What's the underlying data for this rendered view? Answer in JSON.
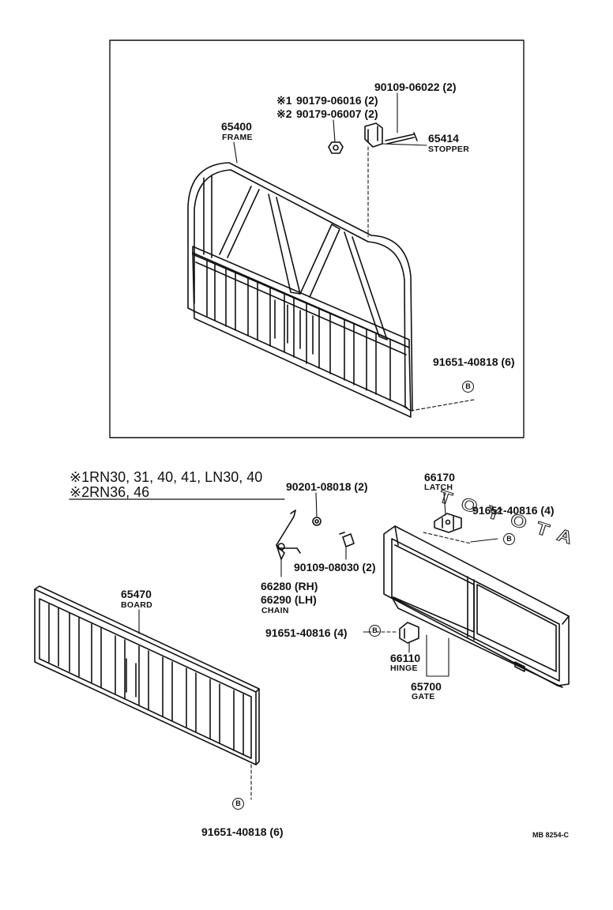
{
  "upper_group": {
    "frame": {
      "part_no": "65400",
      "name": "FRAME"
    },
    "stopper": {
      "part_no": "65414",
      "name": "STOPPER"
    },
    "bolt_upper": "90109-06022 (2)",
    "nut_1": {
      "mark": "※1",
      "part_no": "90179-06016 (2)"
    },
    "nut_2": {
      "mark": "※2",
      "part_no": "90179-06007 (2)"
    },
    "screw_frame": "91651-40818 (6)",
    "circle_ref": "B"
  },
  "notes": {
    "note_1": "※1RN30, 31, 40, 41, LN30, 40",
    "note_2": "※2RN36, 46"
  },
  "lower_group": {
    "washer": "90201-08018 (2)",
    "latch": {
      "part_no": "66170",
      "name": "LATCH"
    },
    "screw_latch": "91651-40816 (4)",
    "bolt_chain": "90109-08030 (2)",
    "chain_rh": "66280 (RH)",
    "chain_lh": "66290 (LH)",
    "chain_name": "CHAIN",
    "board": {
      "part_no": "65470",
      "name": "BOARD"
    },
    "screw_hinge": "91651-40816 (4)",
    "hinge": {
      "part_no": "66110",
      "name": "HINGE"
    },
    "gate": {
      "part_no": "65700",
      "name": "GATE"
    },
    "gate_lettering": "TOYOTA",
    "screw_board": "91651-40818 (6)",
    "circle_ref": "B"
  },
  "figure_code": "MB 8254-C"
}
